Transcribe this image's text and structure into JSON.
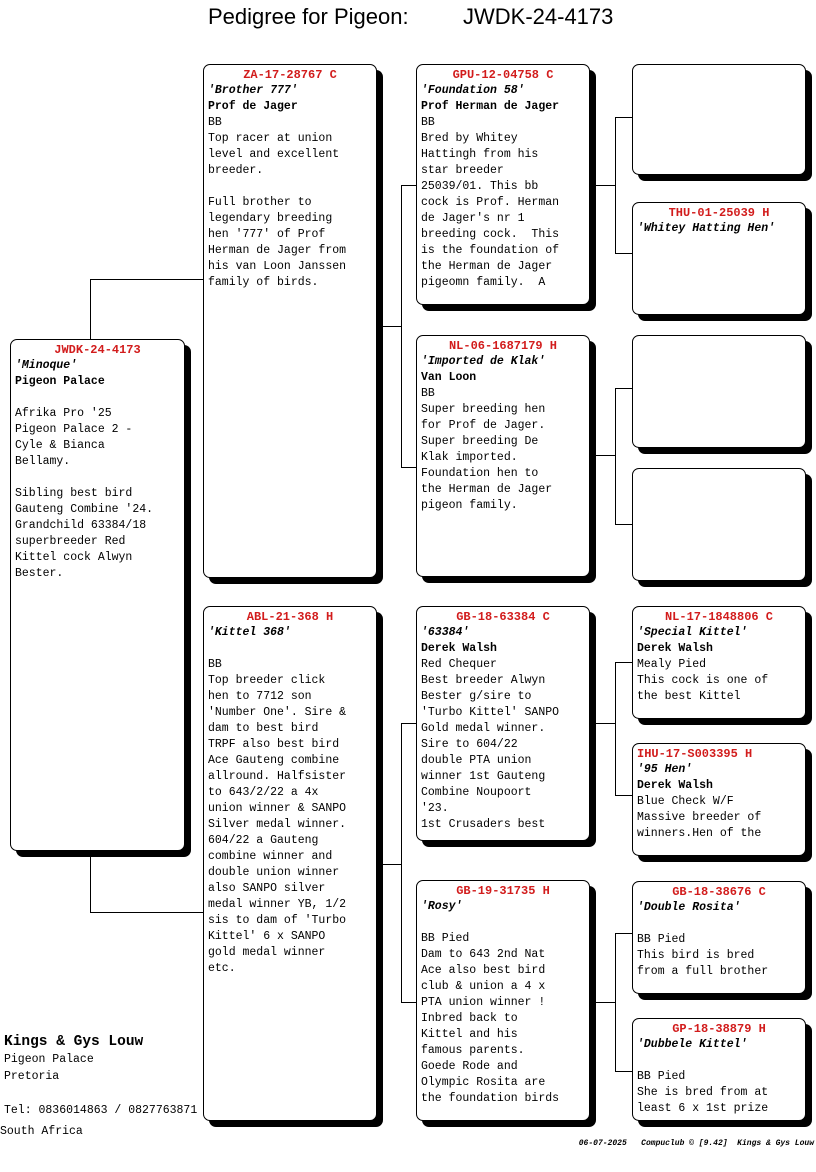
{
  "header": {
    "title_label": "Pedigree for Pigeon:",
    "ring": "JWDK-24-4173"
  },
  "colors": {
    "ring": "#d21c1c"
  },
  "birds": {
    "subject": {
      "ring": "JWDK-24-4173",
      "name": "'Minoque'",
      "owner": "Pigeon Palace",
      "lines": [
        "",
        "Afrika Pro '25",
        "Pigeon Palace 2 -",
        "Cyle & Bianca",
        "Bellamy.",
        "",
        "Sibling best bird",
        "Gauteng Combine '24.",
        "Grandchild 63384/18",
        "superbreeder Red",
        "Kittel cock Alwyn",
        "Bester."
      ]
    },
    "sire": {
      "ring": "ZA-17-28767 C",
      "name": "'Brother 777'",
      "owner": "Prof de Jager",
      "lines": [
        "BB",
        "Top racer at union",
        "level and excellent",
        "breeder.",
        "",
        "Full brother to",
        "legendary breeding",
        "hen '777' of Prof",
        "Herman de Jager from",
        "his van Loon Janssen",
        "family of birds."
      ]
    },
    "dam": {
      "ring": "ABL-21-368 H",
      "name": "'Kittel 368'",
      "owner": "",
      "lines": [
        "BB",
        "Top breeder click",
        "hen to 7712 son",
        "'Number One'. Sire &",
        "dam to best bird",
        "TRPF also best bird",
        "Ace Gauteng combine",
        "allround. Halfsister",
        "to 643/2/22 a 4x",
        "union winner & SANPO",
        "Silver medal winner.",
        "604/22 a Gauteng",
        "combine winner and",
        "double union winner",
        "also SANPO silver",
        "medal winner YB, 1/2",
        "sis to dam of 'Turbo",
        "Kittel' 6 x SANPO",
        "gold medal winner",
        "etc."
      ]
    },
    "ss": {
      "ring": "GPU-12-04758 C",
      "name": "'Foundation 58'",
      "owner": "Prof Herman de Jager",
      "lines": [
        "BB",
        "Bred by Whitey",
        "Hattingh from his",
        "star breeder",
        "25039/01. This bb",
        "cock is Prof. Herman",
        "de Jager's nr 1",
        "breeding cock.  This",
        "is the foundation of",
        "the Herman de Jager",
        "pigeomn family.  A"
      ]
    },
    "sd": {
      "ring": "NL-06-1687179 H",
      "name": "'Imported de Klak'",
      "owner": "Van Loon",
      "lines": [
        "BB",
        "Super breeding hen",
        "for Prof de Jager.",
        "Super breeding De",
        "Klak imported.",
        "Foundation hen to",
        "the Herman de Jager",
        "pigeon family."
      ]
    },
    "ds": {
      "ring": "GB-18-63384 C",
      "name": "'63384'",
      "owner": "Derek Walsh",
      "lines": [
        "Red Chequer",
        "Best breeder Alwyn",
        "Bester g/sire to",
        "'Turbo Kittel' SANPO",
        "Gold medal winner.",
        "Sire to 604/22",
        "double PTA union",
        "winner 1st Gauteng",
        "Combine Noupoort",
        "'23.",
        "1st Crusaders best"
      ]
    },
    "dd": {
      "ring": "GB-19-31735 H",
      "name": "'Rosy'",
      "owner": "",
      "lines": [
        "BB Pied",
        "Dam to 643 2nd Nat",
        "Ace also best bird",
        "club & union a 4 x",
        "PTA union winner !",
        "Inbred back to",
        "Kittel and his",
        "famous parents.",
        "Goede Rode and",
        "Olympic Rosita are",
        "the foundation birds"
      ]
    },
    "sss": {
      "ring": "",
      "name": "",
      "owner": "",
      "lines": []
    },
    "ssd": {
      "ring": "THU-01-25039 H",
      "name": "'Whitey Hatting Hen'",
      "owner": "",
      "lines": []
    },
    "sds": {
      "ring": "",
      "name": "",
      "owner": "",
      "lines": []
    },
    "sdd": {
      "ring": "",
      "name": "",
      "owner": "",
      "lines": []
    },
    "dss": {
      "ring": "NL-17-1848806 C",
      "name": "'Special Kittel'",
      "owner": "Derek Walsh",
      "lines": [
        "Mealy Pied",
        "This cock is one of",
        "the best Kittel"
      ]
    },
    "dsd": {
      "ring": "IHU-17-S003395 H",
      "name": "'95 Hen'",
      "owner": "Derek Walsh",
      "lines": [
        "Blue Check W/F",
        "Massive breeder of",
        "winners.Hen of the"
      ]
    },
    "dds": {
      "ring": "GB-18-38676 C",
      "name": "'Double Rosita'",
      "owner": "",
      "lines": [
        "BB Pied",
        "This bird is bred",
        "from a full brother"
      ]
    },
    "ddd": {
      "ring": "GP-18-38879 H",
      "name": "'Dubbele Kittel'",
      "owner": "",
      "lines": [
        "BB Pied",
        "She is bred from at",
        "least 6 x 1st prize"
      ]
    }
  },
  "footer": {
    "breeder": "Kings & Gys Louw",
    "loft": "Pigeon Palace",
    "city": "Pretoria",
    "tel": "Tel: 0836014863 / 0827763871",
    "country": "South Africa",
    "credit": "06-07-2025   Compuclub © [9.42]  Kings & Gys Louw"
  }
}
